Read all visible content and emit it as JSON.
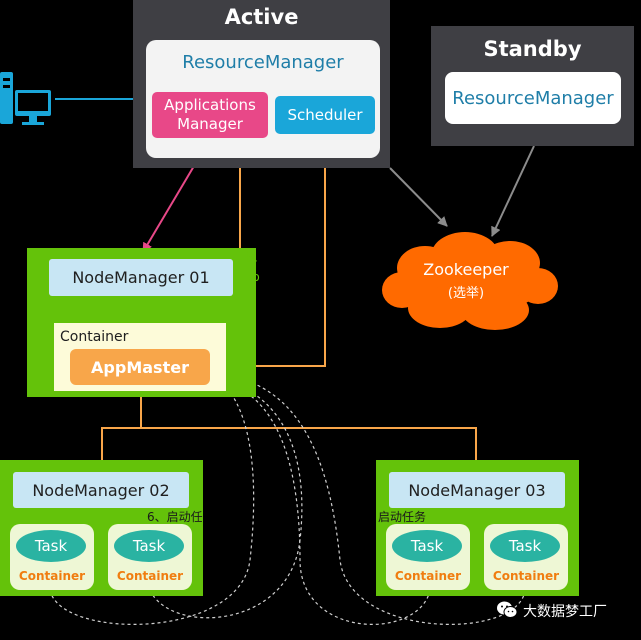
{
  "active": {
    "title": "Active",
    "resource_manager": "ResourceManager",
    "applications_manager_line1": "Applications",
    "applications_manager_line2": "Manager",
    "scheduler": "Scheduler"
  },
  "standby": {
    "title": "Standby",
    "resource_manager": "ResourceManager"
  },
  "zookeeper": {
    "title": "Zookeeper",
    "subtitle": "(选举)"
  },
  "node01": {
    "node_manager": "NodeManager 01",
    "container": "Container",
    "app_master": "AppMaster",
    "side_text_1": "执",
    "side_text_2": "oo"
  },
  "node02": {
    "node_manager": "NodeManager 02",
    "side_text": "6、启动任",
    "task1": "Task",
    "task1_container": "Container",
    "task2": "Task",
    "task2_container": "Container"
  },
  "node03": {
    "node_manager": "NodeManager 03",
    "side_text": "启动任务",
    "task1": "Task",
    "task1_container": "Container",
    "task2": "Task",
    "task2_container": "Container"
  },
  "footer": {
    "watermark": "大数据梦工厂"
  },
  "colors": {
    "pink_arrow": "#e84888",
    "orange_arrow": "#f8a64a",
    "blue_arrow": "#1aa6d9",
    "grey_arrow": "#8c8c8c",
    "green_node": "#64c20a",
    "zookeeper": "#ff6a00"
  },
  "icons": {
    "client": "computer-icon",
    "watermark": "wechat-icon"
  }
}
